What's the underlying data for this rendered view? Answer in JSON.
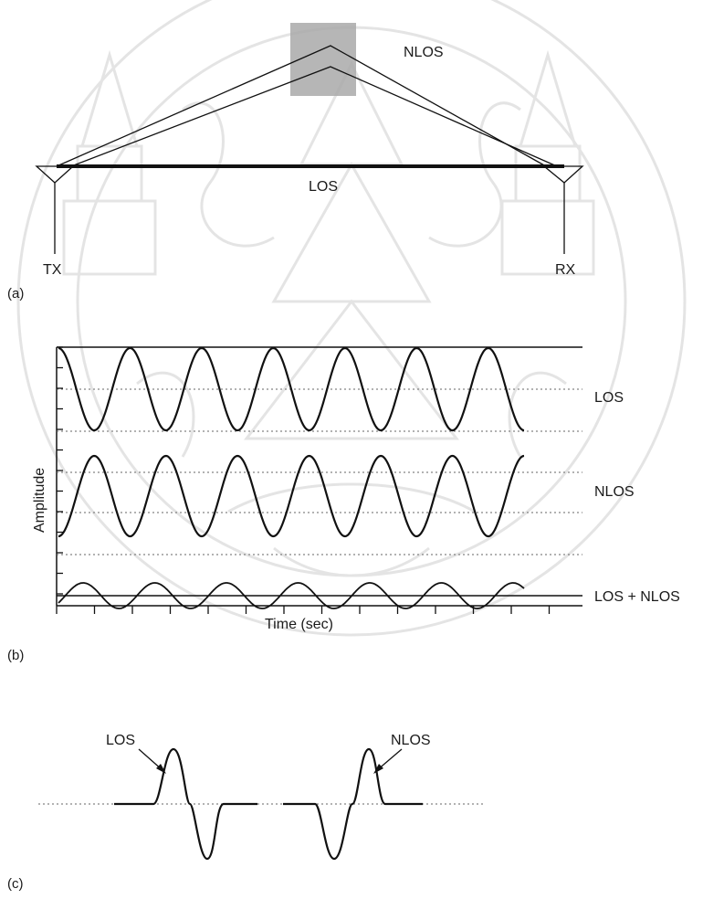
{
  "panel_a": {
    "tag": "(a)",
    "nlos_label": "NLOS",
    "los_label": "LOS",
    "tx_label": "TX",
    "rx_label": "RX"
  },
  "panel_b": {
    "tag": "(b)",
    "ylabel": "Amplitude",
    "xlabel": "Time (sec)",
    "series": [
      {
        "name": "LOS",
        "amplitude": 1.0,
        "phase": "cos"
      },
      {
        "name": "NLOS",
        "amplitude": 1.0,
        "phase": "inverted"
      },
      {
        "name": "LOS + NLOS",
        "amplitude": 0.35,
        "phase": "residual"
      }
    ],
    "cycles": 6.5
  },
  "panel_c": {
    "tag": "(c)",
    "los_pulse_label": "LOS",
    "nlos_pulse_label": "NLOS"
  },
  "colors": {
    "ink": "#111111",
    "watermark": "#cfcfcf",
    "obstacle": "#a9a9a9"
  }
}
